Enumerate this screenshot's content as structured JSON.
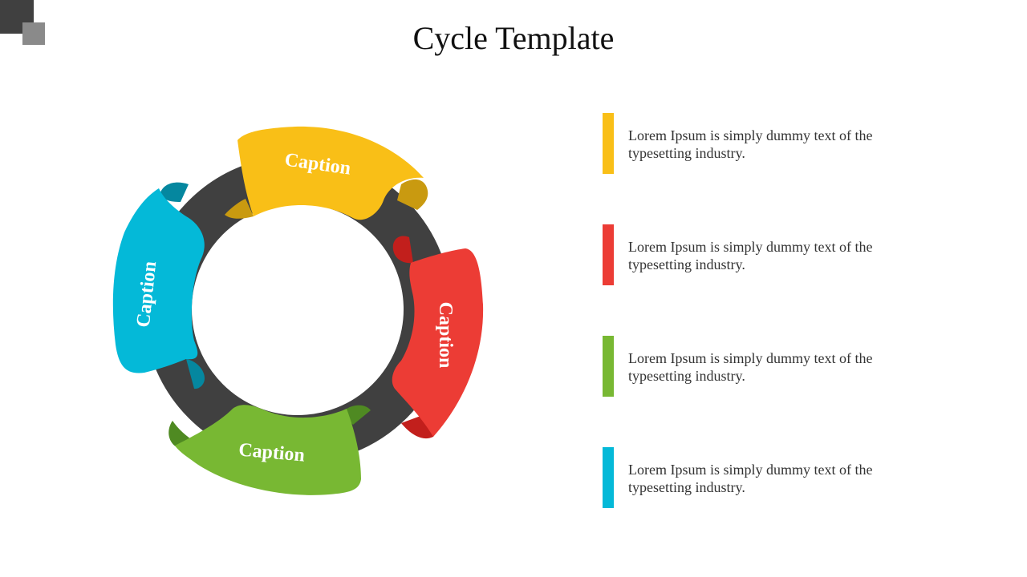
{
  "title": "Cycle Template",
  "colors": {
    "ring": "#404040",
    "yellow": "#f9bf17",
    "yellow_dark": "#c99a10",
    "red": "#ec3c35",
    "red_dark": "#c21f1c",
    "green": "#78b833",
    "green_dark": "#4f8a22",
    "cyan": "#04b9d8",
    "cyan_dark": "#05879f",
    "corner_dark": "#404040",
    "corner_light": "#8a8a8a"
  },
  "segments": [
    {
      "label": "Caption",
      "color": "yellow"
    },
    {
      "label": "Caption",
      "color": "red"
    },
    {
      "label": "Caption",
      "color": "green"
    },
    {
      "label": "Caption",
      "color": "cyan"
    }
  ],
  "legend": [
    {
      "text": "Lorem Ipsum is simply dummy text of the typesetting industry.",
      "color": "yellow"
    },
    {
      "text": "Lorem Ipsum is simply dummy text of the typesetting industry.",
      "color": "red"
    },
    {
      "text": "Lorem Ipsum is simply dummy text of the typesetting industry.",
      "color": "green"
    },
    {
      "text": "Lorem Ipsum is simply dummy text of the typesetting industry.",
      "color": "cyan"
    }
  ]
}
